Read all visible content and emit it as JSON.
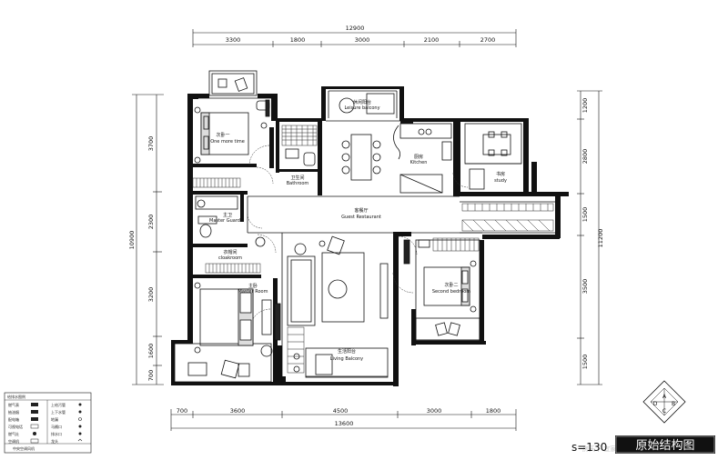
{
  "dimensions": {
    "top_total": "12900",
    "top_segments": [
      "3300",
      "1800",
      "3000",
      "2100",
      "2700"
    ],
    "bottom_total": "13600",
    "bottom_segments": [
      "700",
      "3600",
      "4500",
      "3000",
      "1800"
    ],
    "left_total": "10900",
    "left_segments": [
      "3700",
      "2300",
      "3200",
      "1600",
      "700"
    ],
    "right_total": "11200",
    "right_segments": [
      "1200",
      "2800",
      "1500",
      "3500",
      "1500"
    ]
  },
  "rooms": {
    "leisure_balcony": {
      "cn": "休闲阳台",
      "en": "Leisure balcony"
    },
    "second_bedroom_top": {
      "cn": "次卧一",
      "en": "One more time"
    },
    "bathroom": {
      "cn": "卫生间",
      "en": "Bathroom"
    },
    "kitchen": {
      "cn": "厨房",
      "en": "Kitchen"
    },
    "study": {
      "cn": "书房",
      "en": "study"
    },
    "guest_restaurant": {
      "cn": "客餐厅",
      "en": "Guest Restaurant"
    },
    "master_guard": {
      "cn": "主卫",
      "en": "Master Guard"
    },
    "cloakroom": {
      "cn": "衣帽间",
      "en": "cloakroom"
    },
    "master_room": {
      "cn": "主卧",
      "en": "Master Room"
    },
    "second_bedroom": {
      "cn": "次卧二",
      "en": "Second bedroom"
    },
    "living_balcony": {
      "cn": "生活阳台",
      "en": "Living Balcony"
    }
  },
  "legend": {
    "header": "给排水图例",
    "rows": [
      [
        "燃气表",
        "上给污管"
      ],
      [
        "抽油烟",
        "上下水管"
      ],
      [
        "配电箱",
        "地漏"
      ],
      [
        "可视电话",
        "马桶口"
      ],
      [
        "燃气灶",
        "排水口"
      ],
      [
        "空调机",
        "龙头"
      ]
    ],
    "footer": "中央空调风机"
  },
  "scale_text": "s=130",
  "title_text": "原始结构图",
  "logo_letters": [
    "A",
    "B",
    "C",
    "D"
  ],
  "watermark": "房天下 宜家装修"
}
